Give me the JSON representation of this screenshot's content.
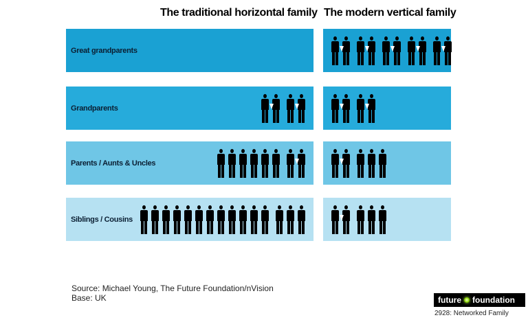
{
  "titles": {
    "left": "The traditional horizontal family",
    "right": "The modern vertical family"
  },
  "rows": [
    {
      "label": "Great grandparents",
      "color": "#1aa1d3",
      "left_groups": [],
      "right_groups": [
        2,
        2,
        2,
        2,
        2
      ]
    },
    {
      "label": "Grandparents",
      "color": "#26abdb",
      "left_groups": [
        2,
        2
      ],
      "right_groups": [
        2,
        2
      ]
    },
    {
      "label": "Parents / Aunts & Uncles",
      "color": "#6fc6e6",
      "left_groups": [
        6,
        2
      ],
      "right_groups": [
        2,
        3
      ]
    },
    {
      "label": "Siblings / Cousins",
      "color": "#b6e1f2",
      "left_groups": [
        12,
        3
      ],
      "right_groups": [
        2,
        3
      ]
    }
  ],
  "source": {
    "line1": "Source: Michael Young,  The Future Foundation/nVision",
    "line2": "Base: UK"
  },
  "logo": {
    "left_text": "future",
    "right_text": "foundation"
  },
  "report_id": "2928: Networked Family"
}
